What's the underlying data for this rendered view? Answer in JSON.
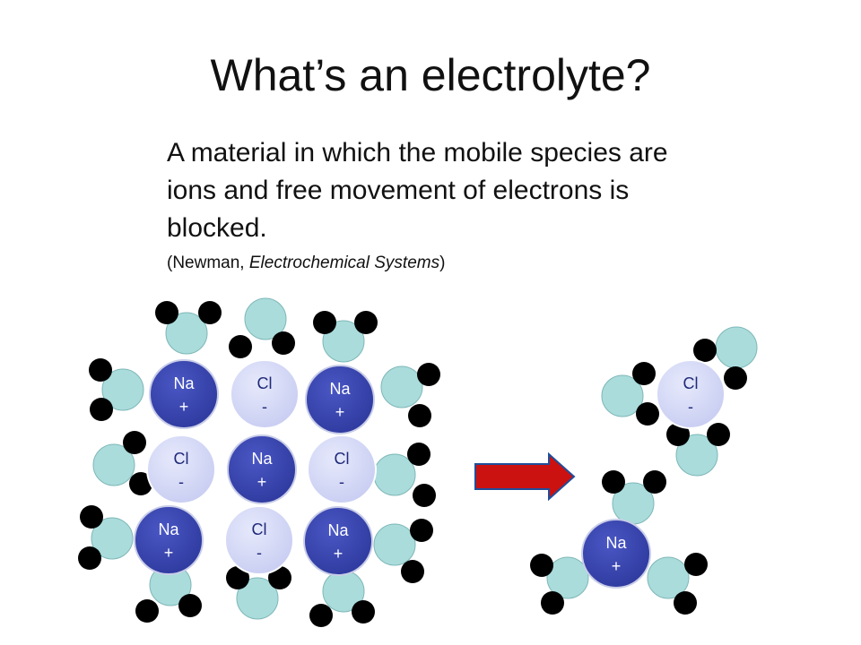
{
  "slide": {
    "title": "What’s an electrolyte?",
    "definition": "A material in which the mobile species are ions and free movement of electrons is blocked.",
    "citation_prefix": "(Newman, ",
    "citation_title": "Electrochemical Systems",
    "citation_suffix": ")"
  },
  "ions": {
    "na": {
      "line1": "Na",
      "line2": "+",
      "fill": "#2e3a9e",
      "text_color": "#ffffff"
    },
    "cl": {
      "line1": "Cl",
      "line2": "-",
      "fill": "#c8cdf2",
      "text_color": "#1f2a7a"
    }
  },
  "colors": {
    "water_oxygen": "#aadcdc",
    "water_hydrogen": "#000000",
    "arrow_fill": "#cc1111",
    "arrow_stroke": "#1f4e9a"
  },
  "icons": {
    "arrow": "right-arrow-icon",
    "water": "water-molecule-icon"
  }
}
